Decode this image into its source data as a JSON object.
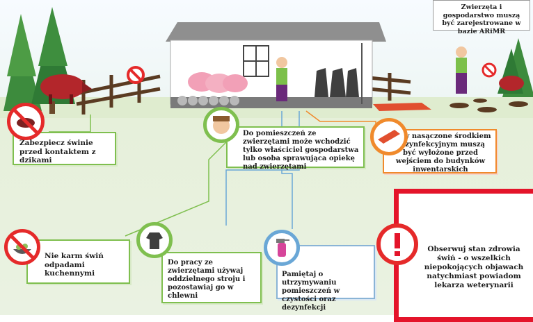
{
  "info": {
    "registration": "Zwierzęta i gospodarstwo muszą być zarejestrowane w bazie ARiMR",
    "wild_boar": "Zabezpiecz świnie przed kontaktem z dzikami",
    "access": "Do pomieszczeń ze zwierzętami może wchodzić tylko właściciel gospodarstwa lub osoba sprawująca opiekę nad zwierzętami",
    "mats": "Maty nasączone środkiem dezynfekcyjnym muszą być wyłożone przed wejściem do budynków inwentarskich",
    "feed": "Nie karm świń odpadami kuchennymi",
    "clothing": "Do pracy ze zwierzętami używaj oddzielnego stroju i pozostawiaj go w chlewni",
    "cleanliness": "Pamiętaj o utrzymywaniu pomieszczeń w czystości oraz dezynfekcji",
    "observe": "Obserwuj stan zdrowia świń - o wszelkich niepokojących objawach natychmiast powiadom lekarza weterynarii"
  },
  "colors": {
    "green": "#7fbf4f",
    "red": "#e52a2a",
    "orange": "#f08a2c",
    "blue": "#6aa7d6",
    "alert_red": "#e4142a"
  },
  "icons": [
    "pine-tree-icon",
    "wild-boar-icon",
    "barn-icon",
    "pig-icon",
    "farmer-icon",
    "no-entry-icon",
    "clothing-icon",
    "spray-bottle-icon",
    "mat-icon",
    "exclamation-icon",
    "face-icon",
    "food-bowl-icon"
  ]
}
